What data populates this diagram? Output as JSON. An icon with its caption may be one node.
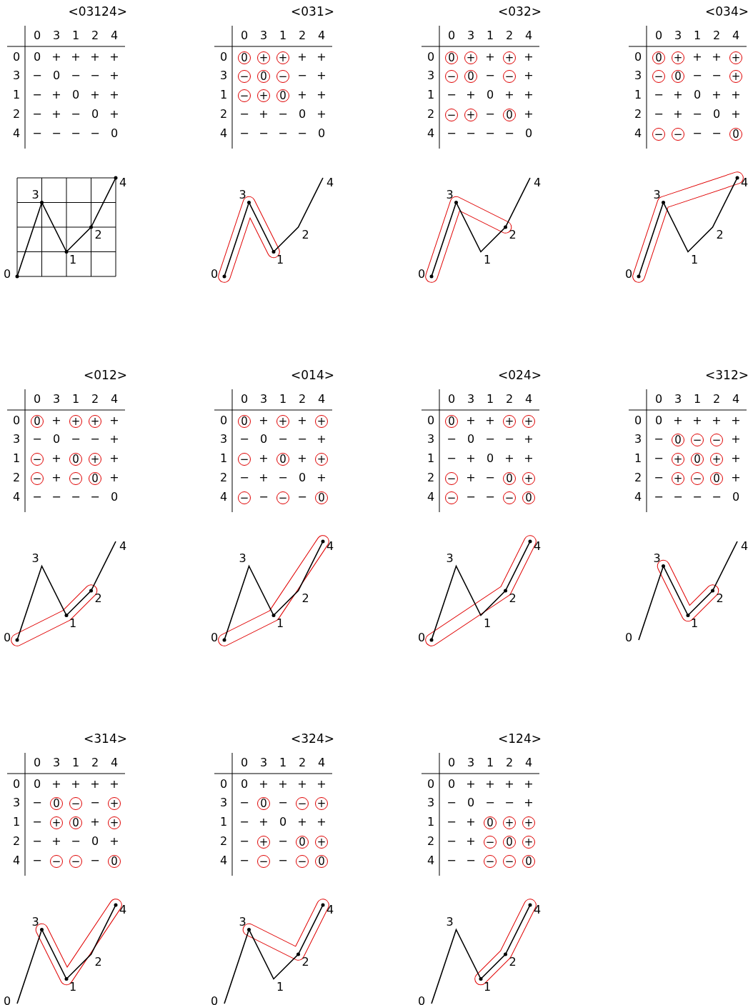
{
  "diagram": {
    "nodes": [
      {
        "text": [
          "0"
        ]
      },
      {
        "text": [
          "+"
        ]
      },
      {
        "text": [
          "+"
        ]
      },
      {
        "text": [
          "−"
        ]
      },
      {
        "text": [
          "0"
        ]
      },
      {
        "text": [
          "−"
        ]
      },
      {
        "text": [
          "−"
        ]
      },
      {
        "text": [
          "+"
        ]
      },
      {
        "text": [
          "0"
        ]
      },
      {
        "text": [
          "0"
        ]
      },
      {
        "text": [
          "+"
        ]
      },
      {
        "text": [
          "+"
        ]
      },
      {
        "text": [
          "−"
        ]
      },
      {
        "text": [
          "0"
        ]
      },
      {
        "text": [
          "−"
        ]
      },
      {
        "text": [
          "−"
        ]
      },
      {
        "text": [
          "+"
        ]
      },
      {
        "text": [
          "0"
        ]
      },
      {
        "text": [
          "0"
        ]
      },
      {
        "text": [
          "+"
        ]
      },
      {
        "text": [
          "+"
        ]
      },
      {
        "text": [
          "−"
        ]
      },
      {
        "text": [
          "0"
        ]
      },
      {
        "text": [
          "+"
        ]
      },
      {
        "text": [
          "−"
        ]
      },
      {
        "text": [
          "−"
        ]
      },
      {
        "text": [
          "0"
        ]
      },
      {
        "text": [
          "0"
        ]
      },
      {
        "text": [
          "+"
        ]
      },
      {
        "text": [
          "+"
        ]
      },
      {
        "text": [
          "−"
        ]
      },
      {
        "text": [
          "0"
        ]
      },
      {
        "text": [
          "+"
        ]
      },
      {
        "text": [
          "−"
        ]
      },
      {
        "text": [
          "−"
        ]
      },
      {
        "text": [
          "0"
        ]
      },
      {
        "text": [
          "0"
        ]
      },
      {
        "text": [
          "+"
        ]
      },
      {
        "text": [
          "+"
        ]
      },
      {
        "text": [
          "−"
        ]
      },
      {
        "text": [
          "0"
        ]
      },
      {
        "text": [
          "+"
        ]
      },
      {
        "text": [
          "−"
        ]
      },
      {
        "text": [
          "−"
        ]
      },
      {
        "text": [
          "0"
        ]
      },
      {
        "text": [
          "0"
        ]
      },
      {
        "text": [
          "+"
        ]
      },
      {
        "text": [
          "+"
        ]
      },
      {
        "text": [
          "−"
        ]
      },
      {
        "text": [
          "0"
        ]
      },
      {
        "text": [
          "+"
        ]
      },
      {
        "text": [
          "−"
        ]
      },
      {
        "text": [
          "−"
        ]
      },
      {
        "text": [
          "0"
        ]
      },
      {
        "text": [
          "0"
        ]
      },
      {
        "text": [
          "−"
        ]
      },
      {
        "text": [
          "−"
        ]
      },
      {
        "text": [
          "+"
        ]
      },
      {
        "text": [
          "0"
        ]
      },
      {
        "text": [
          "+"
        ]
      },
      {
        "text": [
          "+"
        ]
      },
      {
        "text": [
          "−"
        ]
      },
      {
        "text": [
          "0"
        ]
      },
      {
        "text": [
          "0"
        ]
      },
      {
        "text": [
          "−"
        ]
      },
      {
        "text": [
          "+"
        ]
      },
      {
        "text": [
          "+"
        ]
      },
      {
        "text": [
          "0"
        ]
      },
      {
        "text": [
          "+"
        ]
      },
      {
        "text": [
          "−"
        ]
      },
      {
        "text": [
          "−"
        ]
      },
      {
        "text": [
          "0"
        ]
      },
      {
        "text": [
          "0"
        ]
      },
      {
        "text": [
          "−"
        ]
      },
      {
        "text": [
          "+"
        ]
      },
      {
        "text": [
          "+"
        ]
      },
      {
        "text": [
          "0"
        ]
      },
      {
        "text": [
          "+"
        ]
      },
      {
        "text": [
          "−"
        ]
      },
      {
        "text": [
          "−"
        ]
      },
      {
        "text": [
          "0"
        ]
      },
      {
        "text": [
          "0"
        ]
      },
      {
        "text": [
          "+"
        ]
      },
      {
        "text": [
          "+"
        ]
      },
      {
        "text": [
          "−"
        ]
      },
      {
        "text": [
          "0"
        ]
      },
      {
        "text": [
          "+"
        ]
      },
      {
        "text": [
          "−"
        ]
      },
      {
        "text": [
          "−"
        ]
      },
      {
        "text": [
          "0"
        ]
      }
    ],
    "labels": [
      "<03124>",
      "0",
      "3",
      "1",
      "2",
      "4",
      "0",
      "0",
      "+",
      "+",
      "+",
      "+",
      "3",
      "−",
      "0",
      "−",
      "−",
      "+",
      "1",
      "−",
      "+",
      "0",
      "+",
      "+",
      "2",
      "−",
      "+",
      "−",
      "0",
      "+",
      "4",
      "−",
      "−",
      "−",
      "−",
      "0",
      "4",
      "3",
      "2",
      "1",
      "0",
      "<031>",
      "0",
      "3",
      "1",
      "2",
      "4",
      "0",
      "+",
      "+",
      "3",
      "−",
      "+",
      "1",
      "+",
      "+",
      "2",
      "−",
      "+",
      "−",
      "0",
      "+",
      "4",
      "−",
      "−",
      "−",
      "−",
      "0",
      "4",
      "3",
      "2",
      "1",
      "0",
      "<032>",
      "0",
      "3",
      "1",
      "2",
      "4",
      "0",
      "+",
      "+",
      "3",
      "−",
      "+",
      "1",
      "−",
      "+",
      "0",
      "+",
      "+",
      "2",
      "−",
      "+",
      "4",
      "−",
      "−",
      "−",
      "−",
      "0",
      "4",
      "3",
      "2",
      "1",
      "0",
      "<034>",
      "0",
      "3",
      "1",
      "2",
      "4",
      "0",
      "+",
      "+",
      "3",
      "−",
      "−",
      "1",
      "−",
      "+",
      "0",
      "+",
      "+",
      "2",
      "−",
      "+",
      "−",
      "0",
      "+",
      "4",
      "−",
      "−",
      "4",
      "3",
      "2",
      "1",
      "0",
      "<012>",
      "0",
      "3",
      "1",
      "2",
      "4",
      "0",
      "+",
      "+",
      "3",
      "−",
      "0",
      "−",
      "−",
      "+",
      "1",
      "+",
      "+",
      "2",
      "+",
      "+",
      "4",
      "−",
      "−",
      "−",
      "−",
      "0",
      "4",
      "3",
      "2",
      "1",
      "0",
      "<014>",
      "0",
      "3",
      "1",
      "2",
      "4",
      "0",
      "+",
      "+",
      "3",
      "−",
      "0",
      "−",
      "−",
      "+",
      "1",
      "+",
      "+",
      "2",
      "−",
      "+",
      "−",
      "0",
      "+",
      "4",
      "−",
      "−",
      "4",
      "3",
      "2",
      "1",
      "0",
      "<024>",
      "0",
      "3",
      "1",
      "2",
      "4",
      "0",
      "+",
      "+",
      "3",
      "−",
      "0",
      "−",
      "−",
      "+",
      "1",
      "−",
      "+",
      "0",
      "+",
      "+",
      "2",
      "+",
      "−",
      "4",
      "−",
      "−",
      "4",
      "3",
      "2",
      "1",
      "0",
      "<312>",
      "0",
      "3",
      "1",
      "2",
      "4",
      "0",
      "0",
      "+",
      "+",
      "+",
      "+",
      "3",
      "−",
      "+",
      "1",
      "−",
      "+",
      "2",
      "−",
      "+",
      "4",
      "−",
      "−",
      "−",
      "−",
      "0",
      "4",
      "3",
      "2",
      "1",
      "0",
      "<314>",
      "0",
      "3",
      "1",
      "2",
      "4",
      "0",
      "0",
      "+",
      "+",
      "+",
      "+",
      "3",
      "−",
      "−",
      "1",
      "−",
      "+",
      "2",
      "−",
      "+",
      "−",
      "0",
      "+",
      "4",
      "−",
      "−",
      "4",
      "3",
      "2",
      "1",
      "0",
      "<324>",
      "0",
      "3",
      "1",
      "2",
      "4",
      "0",
      "0",
      "+",
      "+",
      "+",
      "+",
      "3",
      "−",
      "−",
      "1",
      "−",
      "+",
      "0",
      "+",
      "+",
      "2",
      "−",
      "−",
      "4",
      "−",
      "−",
      "4",
      "3",
      "2",
      "1",
      "0",
      "<124>",
      "0",
      "3",
      "1",
      "2",
      "4",
      "0",
      "0",
      "+",
      "+",
      "+",
      "+",
      "3",
      "−",
      "0",
      "−",
      "−",
      "+",
      "1",
      "−",
      "+",
      "2",
      "−",
      "+",
      "4",
      "−",
      "−",
      "4",
      "3",
      "2",
      "1",
      "0"
    ]
  }
}
